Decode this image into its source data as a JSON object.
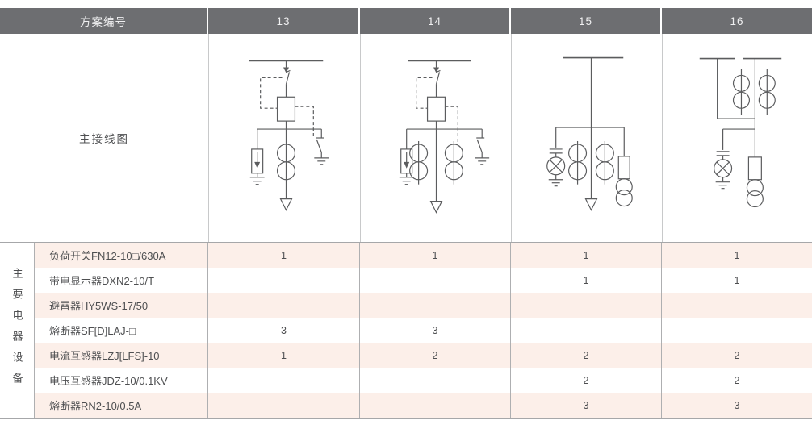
{
  "header": {
    "scheme_label": "方案编号",
    "columns": [
      "13",
      "14",
      "15",
      "16"
    ]
  },
  "diagram_section": {
    "label": "主接线图",
    "diagrams": [
      {
        "scheme": "13",
        "symbols": [
          "busbar",
          "incoming-arrow",
          "load-switch",
          "interlock-dashed-link",
          "fuse",
          "surge-arrester",
          "current-transformer",
          "earthing-switch",
          "outgoing-feeder-arrow"
        ]
      },
      {
        "scheme": "14",
        "symbols": [
          "busbar",
          "incoming-arrow",
          "load-switch",
          "interlock-dashed-link",
          "fuse",
          "surge-arrester",
          "current-transformer",
          "current-transformer",
          "earthing-switch",
          "outgoing-feeder-arrow"
        ]
      },
      {
        "scheme": "15",
        "symbols": [
          "busbar",
          "live-display-device",
          "current-transformer",
          "current-transformer",
          "fuse",
          "voltage-transformer",
          "outgoing-feeder-arrow"
        ]
      },
      {
        "scheme": "16",
        "symbols": [
          "busbar",
          "busbar",
          "current-transformer",
          "current-transformer",
          "live-display-device",
          "fuse",
          "voltage-transformer"
        ]
      }
    ]
  },
  "equipment": {
    "side_label": "主要电器设备",
    "rows": [
      {
        "name": "负荷开关FN12-10□/630A",
        "values": [
          "1",
          "1",
          "1",
          "1"
        ]
      },
      {
        "name": "带电显示器DXN2-10/T",
        "values": [
          "",
          "",
          "1",
          "1"
        ]
      },
      {
        "name": "避雷器HY5WS-17/50",
        "values": [
          "",
          "",
          "",
          ""
        ]
      },
      {
        "name": "熔断器SF[D]LAJ-□",
        "values": [
          "3",
          "3",
          "",
          ""
        ]
      },
      {
        "name": "电流互感器LZJ[LFS]-10",
        "values": [
          "1",
          "2",
          "2",
          "2"
        ]
      },
      {
        "name": "电压互感器JDZ-10/0.1KV",
        "values": [
          "",
          "",
          "2",
          "2"
        ]
      },
      {
        "name": "熔断器RN2-10/0.5A",
        "values": [
          "",
          "",
          "3",
          "3"
        ]
      }
    ]
  },
  "colors": {
    "header_bg": "#6d6e71",
    "header_text": "#f0f0f1",
    "row_pink": "#fcefe9",
    "row_white": "#ffffff",
    "body_text": "#4e4f51",
    "grid_line": "#aeafb1",
    "diagram_line": "#5b5c5e"
  }
}
